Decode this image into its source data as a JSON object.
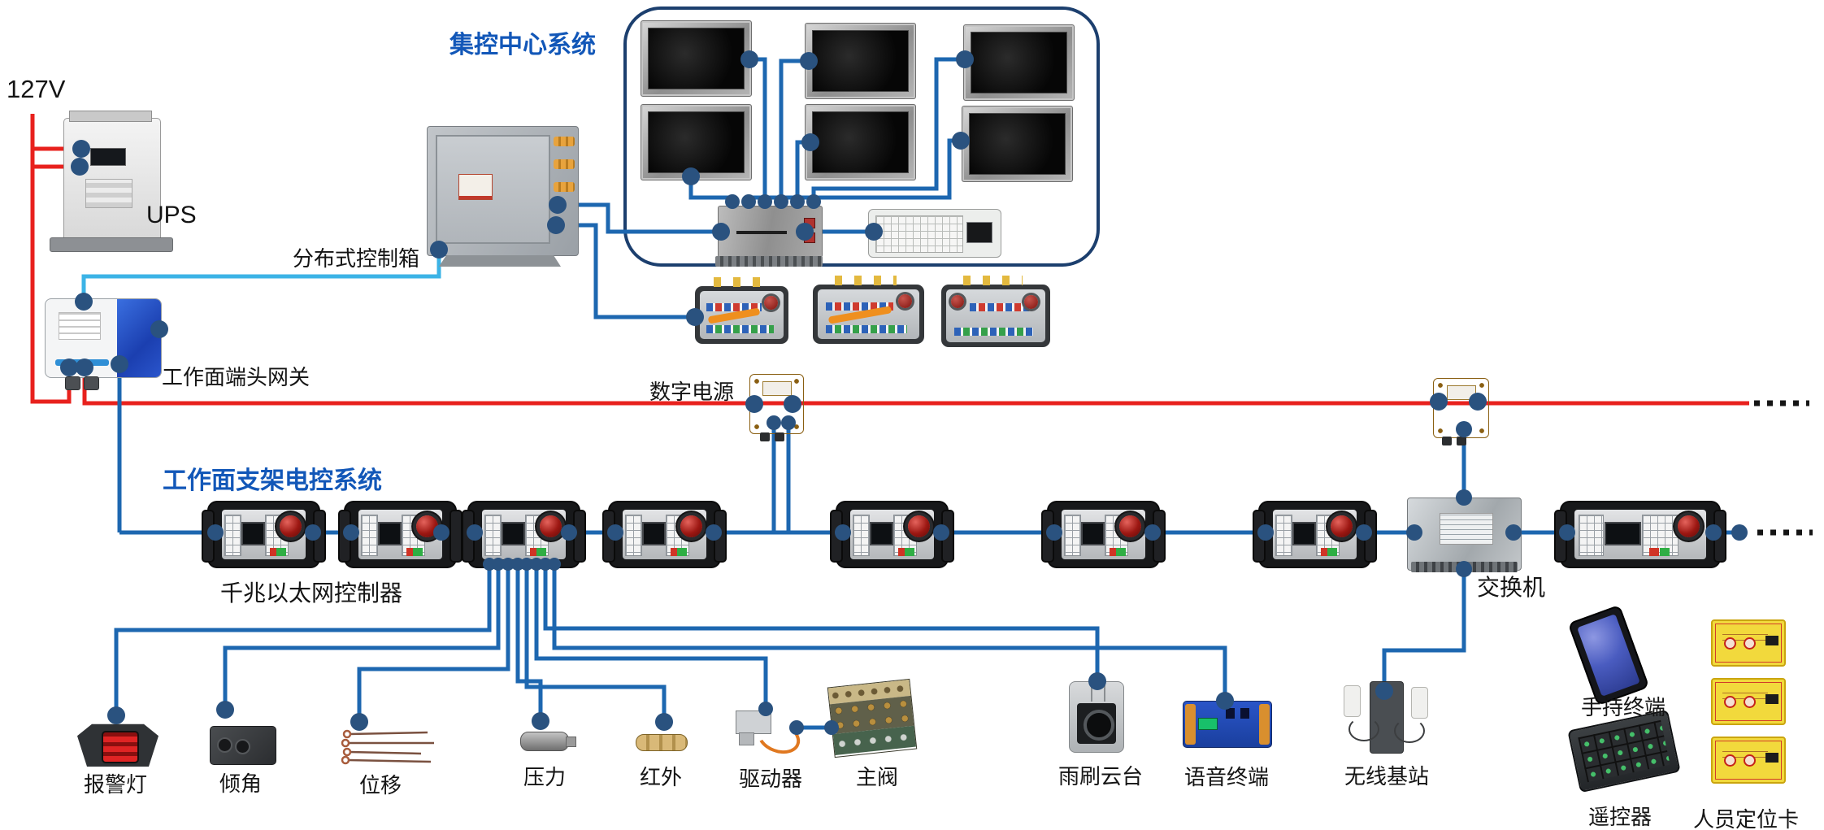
{
  "colors": {
    "wire_blue": "#1d67b0",
    "wire_cyan": "#3bb3e6",
    "wire_red": "#e8211d",
    "node_navy": "#2a527f",
    "container_border": "#1c3f6e",
    "title_blue": "#1257b8"
  },
  "labels": {
    "voltage": "127V",
    "ups": "UPS",
    "control_center_title": "集控中心系统",
    "distributed_control_box": "分布式控制箱",
    "gateway": "工作面端头网关",
    "digital_power": "数字电源",
    "support_title": "工作面支架电控系统",
    "ethernet_controller": "千兆以太网控制器",
    "switch": "交换机"
  },
  "field_devices": [
    {
      "label": "报警灯"
    },
    {
      "label": "倾角"
    },
    {
      "label": "位移"
    },
    {
      "label": "压力"
    },
    {
      "label": "红外"
    },
    {
      "label": "驱动器"
    },
    {
      "label": "主阀"
    },
    {
      "label": "雨刷云台"
    },
    {
      "label": "语音终端"
    },
    {
      "label": "无线基站"
    }
  ],
  "handheld_devices": [
    {
      "label": "手持终端"
    },
    {
      "label": "遥控器"
    },
    {
      "label": "人员定位卡"
    }
  ]
}
